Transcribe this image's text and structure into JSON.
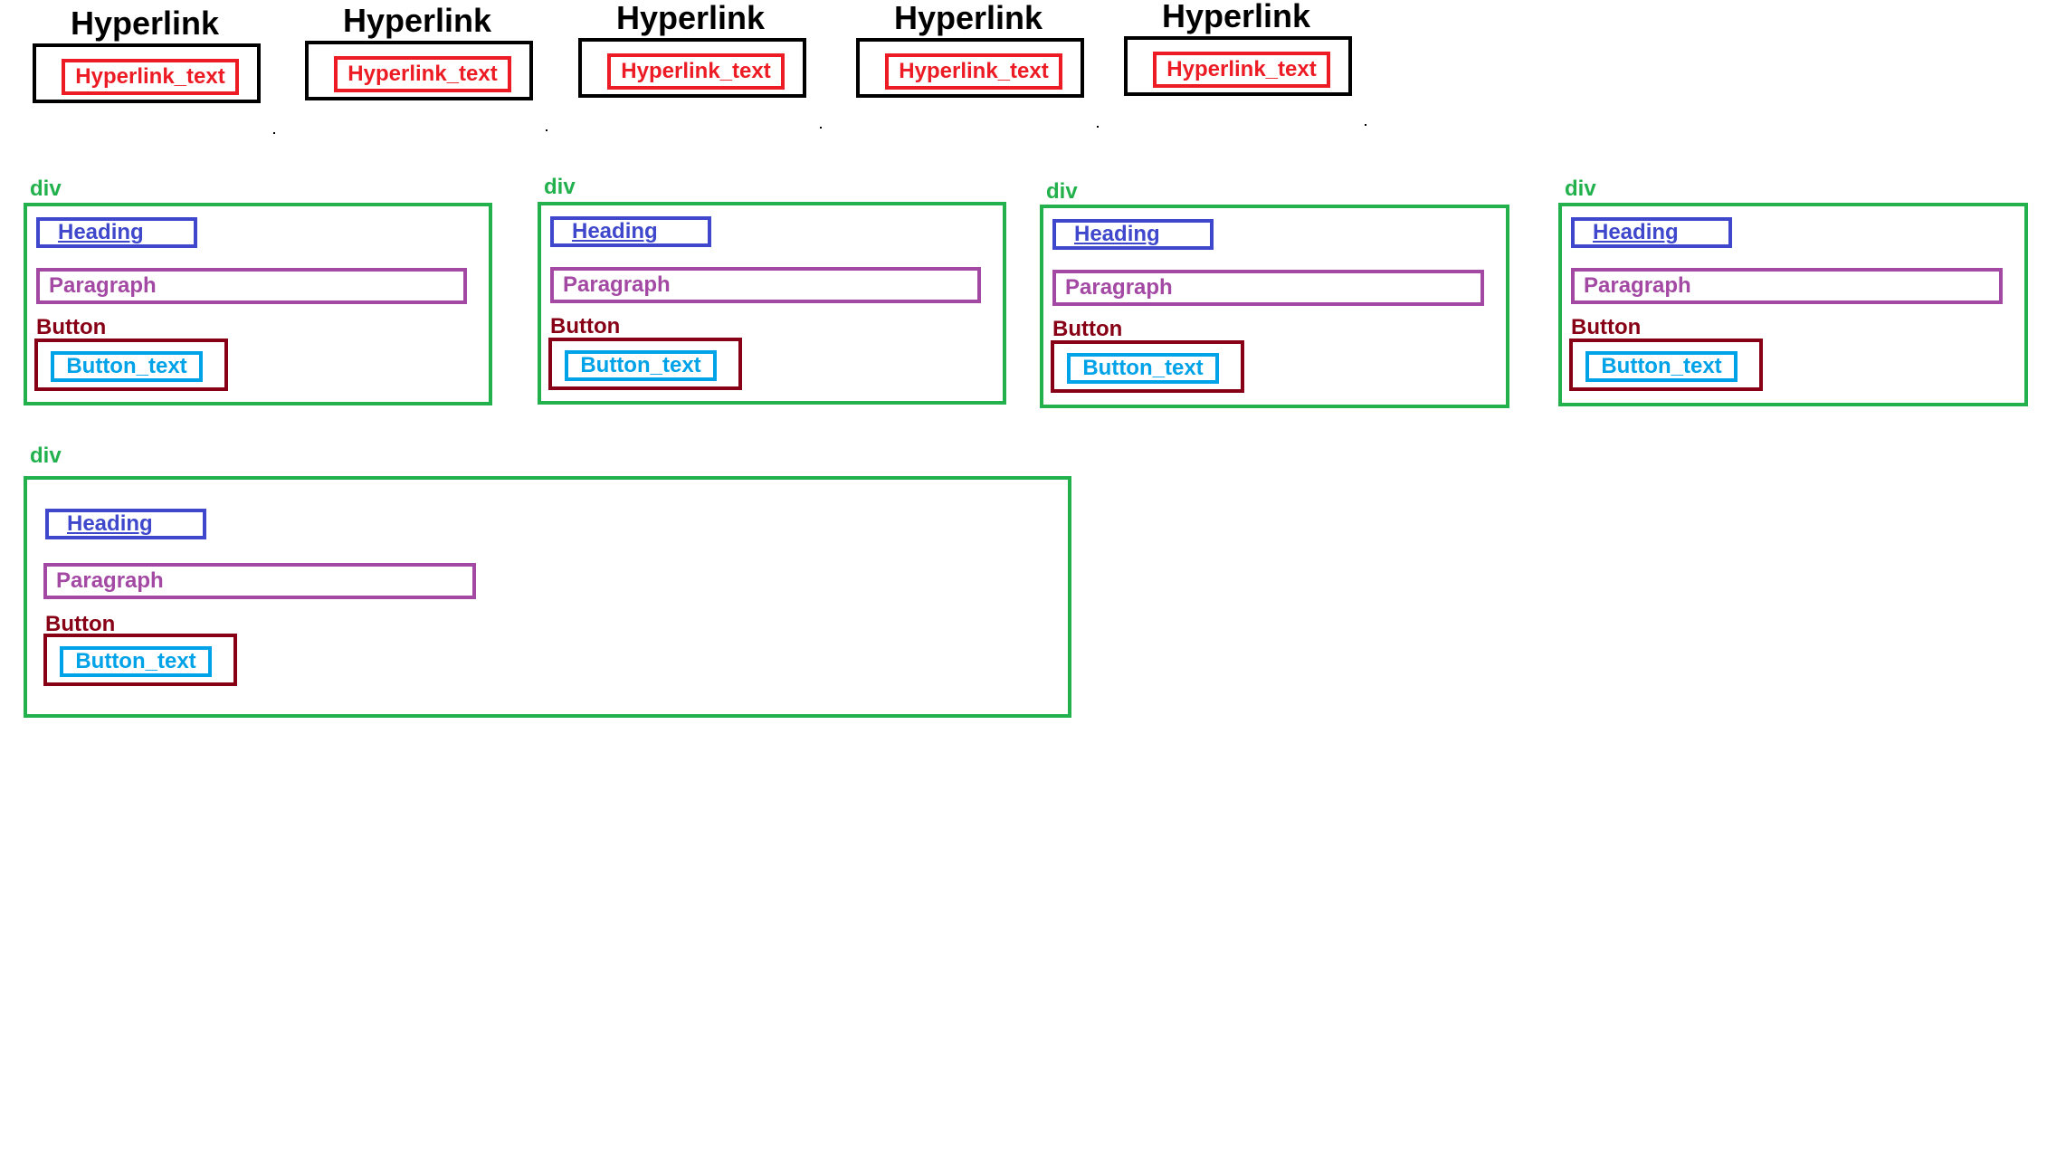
{
  "hyperlinks": [
    {
      "title": "Hyperlink",
      "text": "Hyperlink_text"
    },
    {
      "title": "Hyperlink",
      "text": "Hyperlink_text"
    },
    {
      "title": "Hyperlink",
      "text": "Hyperlink_text"
    },
    {
      "title": "Hyperlink",
      "text": "Hyperlink_text"
    },
    {
      "title": "Hyperlink",
      "text": "Hyperlink_text"
    }
  ],
  "cards": [
    {
      "label": "div",
      "heading": "Heading",
      "paragraph": "Paragraph",
      "button_label": "Button",
      "button_text": "Button_text"
    },
    {
      "label": "div",
      "heading": "Heading",
      "paragraph": "Paragraph",
      "button_label": "Button",
      "button_text": "Button_text"
    },
    {
      "label": "div",
      "heading": "Heading",
      "paragraph": "Paragraph",
      "button_label": "Button",
      "button_text": "Button_text"
    },
    {
      "label": "div",
      "heading": "Heading",
      "paragraph": "Paragraph",
      "button_label": "Button",
      "button_text": "Button_text"
    },
    {
      "label": "div",
      "heading": "Heading",
      "paragraph": "Paragraph",
      "button_label": "Button",
      "button_text": "Button_text"
    }
  ],
  "colors": {
    "hyperlink_box": "#000000",
    "hyperlink_text": "#ed1c24",
    "div": "#22b14c",
    "heading": "#3f48cc",
    "paragraph": "#a349a4",
    "button": "#880015",
    "button_text": "#00a2e8"
  }
}
